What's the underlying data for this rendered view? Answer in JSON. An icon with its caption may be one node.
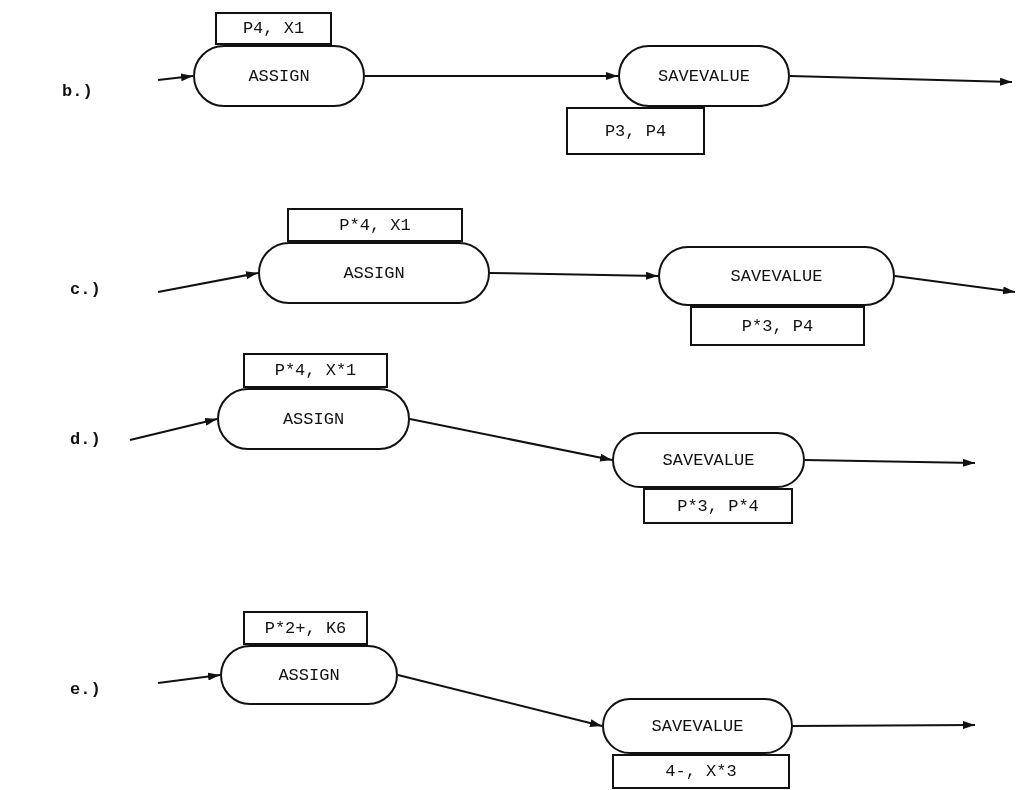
{
  "diagram": {
    "nodes": [
      {
        "text": [
          "P4, X1"
        ]
      },
      {
        "text": [
          "ASSIGN"
        ]
      },
      {
        "text": [
          "SAVEVALUE"
        ]
      },
      {
        "text": [
          "P3, P4"
        ]
      },
      {
        "text": [
          "P*4, X1"
        ]
      },
      {
        "text": [
          "ASSIGN"
        ]
      },
      {
        "text": [
          "SAVEVALUE"
        ]
      },
      {
        "text": [
          "P*3, P4"
        ]
      },
      {
        "text": [
          "P*4, X*1"
        ]
      },
      {
        "text": [
          "ASSIGN"
        ]
      },
      {
        "text": [
          "SAVEVALUE"
        ]
      },
      {
        "text": [
          "P*3, P*4"
        ]
      },
      {
        "text": [
          "P*2+, K6"
        ]
      },
      {
        "text": [
          "ASSIGN"
        ]
      },
      {
        "text": [
          "SAVEVALUE"
        ]
      },
      {
        "text": [
          "4-, X*3"
        ]
      }
    ],
    "edges": [
      {
        "from": null,
        "to": 1,
        "arrow": "to"
      },
      {
        "from": 1,
        "to": 2,
        "arrow": "to"
      },
      {
        "from": 2,
        "to": null,
        "arrow": "to"
      },
      {
        "from": null,
        "to": 5,
        "arrow": "to"
      },
      {
        "from": 5,
        "to": 6,
        "arrow": "to"
      },
      {
        "from": 6,
        "to": null,
        "arrow": "to"
      },
      {
        "from": null,
        "to": 9,
        "arrow": "to"
      },
      {
        "from": 9,
        "to": 10,
        "arrow": "to"
      },
      {
        "from": 10,
        "to": null,
        "arrow": "to"
      },
      {
        "from": null,
        "to": 13,
        "arrow": "to"
      },
      {
        "from": 13,
        "to": 14,
        "arrow": "to"
      },
      {
        "from": 14,
        "to": null,
        "arrow": "to"
      }
    ],
    "labels": [
      "b.)",
      "c.)",
      "d.)",
      "e.)"
    ]
  }
}
